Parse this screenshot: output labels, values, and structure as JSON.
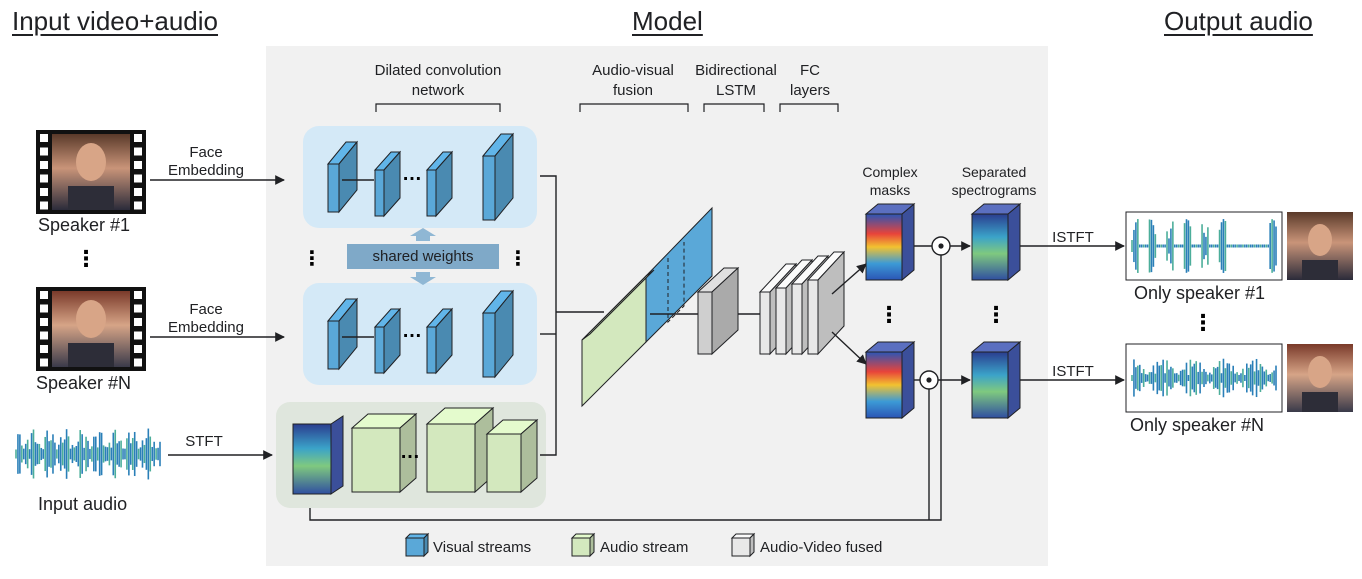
{
  "sections": {
    "input": "Input video+audio",
    "model": "Model",
    "output": "Output audio"
  },
  "inputs": {
    "speaker1": "Speaker #1",
    "speakerN": "Speaker #N",
    "face_embedding_1": [
      "Face",
      "Embedding"
    ],
    "face_embedding_2": [
      "Face",
      "Embedding"
    ],
    "stft": "STFT",
    "input_audio": "Input audio"
  },
  "model": {
    "dilated_conv": [
      "Dilated convolution",
      "network"
    ],
    "shared_weights": "shared weights",
    "av_fusion": [
      "Audio-visual",
      "fusion"
    ],
    "bilstm": [
      "Bidirectional",
      "LSTM"
    ],
    "fc": [
      "FC",
      "layers"
    ],
    "complex_masks": [
      "Complex",
      "masks"
    ],
    "separated_spectrograms": [
      "Separated",
      "spectrograms"
    ]
  },
  "outputs": {
    "istft_1": "ISTFT",
    "istft_2": "ISTFT",
    "only_speaker_1": "Only speaker #1",
    "only_speaker_N": "Only speaker #N"
  },
  "legend": {
    "visual": "Visual streams",
    "audio": "Audio stream",
    "fused": "Audio-Video fused"
  },
  "colors": {
    "visual": "#5aa8d8",
    "visual_panel": "#d4e9f7",
    "audio": "#d3e8be",
    "audio_panel": "#dfe6dd",
    "fused": "#e8e8e8",
    "model_bg": "#f1f1f1",
    "arrow": "#8fb7d4"
  }
}
